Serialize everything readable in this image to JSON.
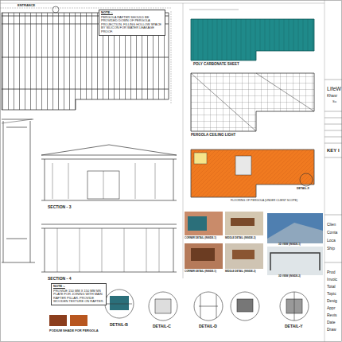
{
  "diagram": {
    "nodes": [
      {
        "text": [
          "NOTE :-",
          "PERGOLA RAFTER SHOULD BE PROVIDED DOWN OF PERGOLA PROJECTION. FILLING HOLLOW SPACE BY SILICON FOR WATER LEAKAGE PROOF."
        ]
      },
      {
        "text": [
          "NOTE :-",
          "PROVIDE 150 MM X 150 MM MS PLATE FOR JOINING WITH MAIN RAFTER PILLAR. PROVIDE WOODEN TEXTURE ON RAFTER."
        ]
      }
    ],
    "labels": [
      "ENTRANCE",
      "POLY CARBONATE SHEET",
      "PERGOLA CEILING LIGHT",
      "SECTION - 3",
      "SECTION - 4",
      "DETAIL-X",
      "FLOORING OF PERGOLA (UNDER CLIENT SCOPE)",
      "CORNER DETAIL (INSIDE-1)",
      "MIDDLE DETAIL (INSIDE-2)",
      "CORNER DETAIL (INSIDE-1)",
      "MIDDLE DETAIL (INSIDE-2)",
      "3D VIEW (INSIDE-1)",
      "3D VIEW (INSIDE-2)",
      "PODIUM SHADE FOR PERGOLA",
      "DETAIL-B",
      "DETAIL-C",
      "DETAIL-D",
      "DETAIL-Y",
      "LifeW",
      "Khasr",
      "Su",
      "KEY I",
      "Clien",
      "Conta",
      "Loca",
      "Ship",
      "Prod",
      "Invoic",
      "Total",
      "Topic",
      "Desig",
      "Appr",
      "Revis",
      "Date",
      "Draw"
    ]
  }
}
